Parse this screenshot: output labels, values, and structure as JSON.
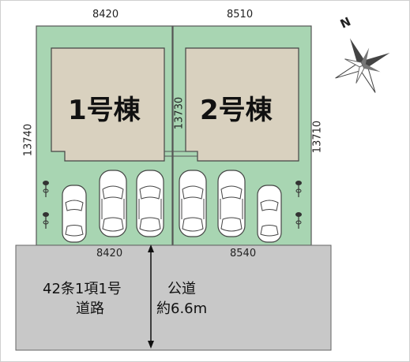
{
  "lot1": {
    "building_label": "1号棟",
    "top_width": "8420",
    "bottom_width": "8420",
    "left_depth": "13740"
  },
  "lot2": {
    "building_label": "2号棟",
    "top_width": "8510",
    "bottom_width": "8540",
    "right_depth": "13710"
  },
  "shared_depth": "13730",
  "road": {
    "type_line1": "42条1項1号",
    "type_line2": "道路",
    "name": "公道",
    "width": "約6.6m"
  },
  "compass": {
    "north_label": "N"
  },
  "colors": {
    "lot_fill": "#a8d5b2",
    "building_fill": "#d9d1bf",
    "road_fill": "#c8c8c8"
  }
}
